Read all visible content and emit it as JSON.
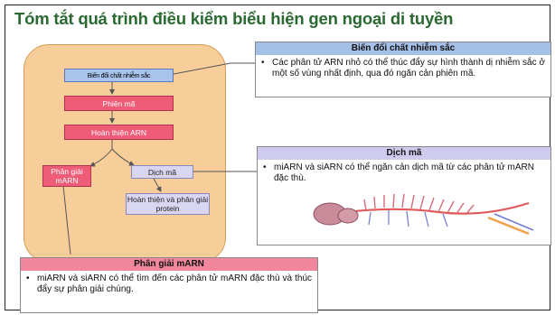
{
  "title": "Tóm tắt quá trình điều kiểm biểu hiện gen ngoại di tuyền",
  "flow": {
    "chromatin": "Biến đổi chất nhiễm sắc",
    "transcription": "Phiên mã",
    "processing": "Hoàn thiện ARN",
    "degradation": "Phân giải mARN",
    "translation": "Dịch mã",
    "protein": "Hoàn thiện và phân giải protein"
  },
  "callouts": {
    "chromatin": {
      "heading": "Biến đổi chất nhiễm sắc",
      "text": "Các phân tử ARN nhỏ có thể thúc đẩy sự hình thành dị nhiễm sắc ở một số vùng nhất định, qua đó ngăn cản phiên mã."
    },
    "translation": {
      "heading": "Dịch mã",
      "text": "miARN và siARN có thể ngăn cản dịch mã từ các phân tử mARN đặc thù."
    },
    "degradation": {
      "heading": "Phân giải mARN",
      "text": "miARN và siARN có thể tìm đến các phân tử mARN đặc thù và thúc đẩy sự phân giải chúng."
    }
  },
  "colors": {
    "title": "#2a6a32",
    "flow_background": "#f7ce9a",
    "blue_box": "#a8c4ec",
    "pink_box": "#ef5c78",
    "lavender_box": "#d9d6f2",
    "ribosome": "#c98a9a",
    "mrna": "#e05a5a"
  },
  "icons": {
    "bullet": "•",
    "illustration": "ribosome-translating-mrna"
  }
}
